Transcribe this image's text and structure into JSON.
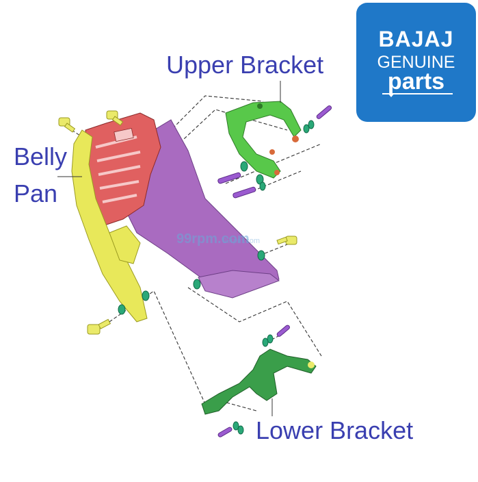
{
  "labels": {
    "upper_bracket": "Upper Bracket",
    "belly": "Belly",
    "pan": "Pan",
    "lower_bracket": "Lower Bracket"
  },
  "brand": {
    "name": "BAJAJ",
    "line1": "GENUINE",
    "line2": "parts"
  },
  "watermark": {
    "text": "99rpm.com",
    "sub": "99rpm.com"
  },
  "colors": {
    "label_text": "#3a3fb0",
    "brand_bg": "#1f78c8",
    "belly_pan": "#a96bc0",
    "cover_inner": "#e06060",
    "side_cover": "#e8e85a",
    "upper_bracket": "#58c84a",
    "lower_bracket": "#3a9e4a",
    "bolt": "#9b5bd0",
    "washer": "#2aa878",
    "screw_yellow": "#eaea6a"
  }
}
